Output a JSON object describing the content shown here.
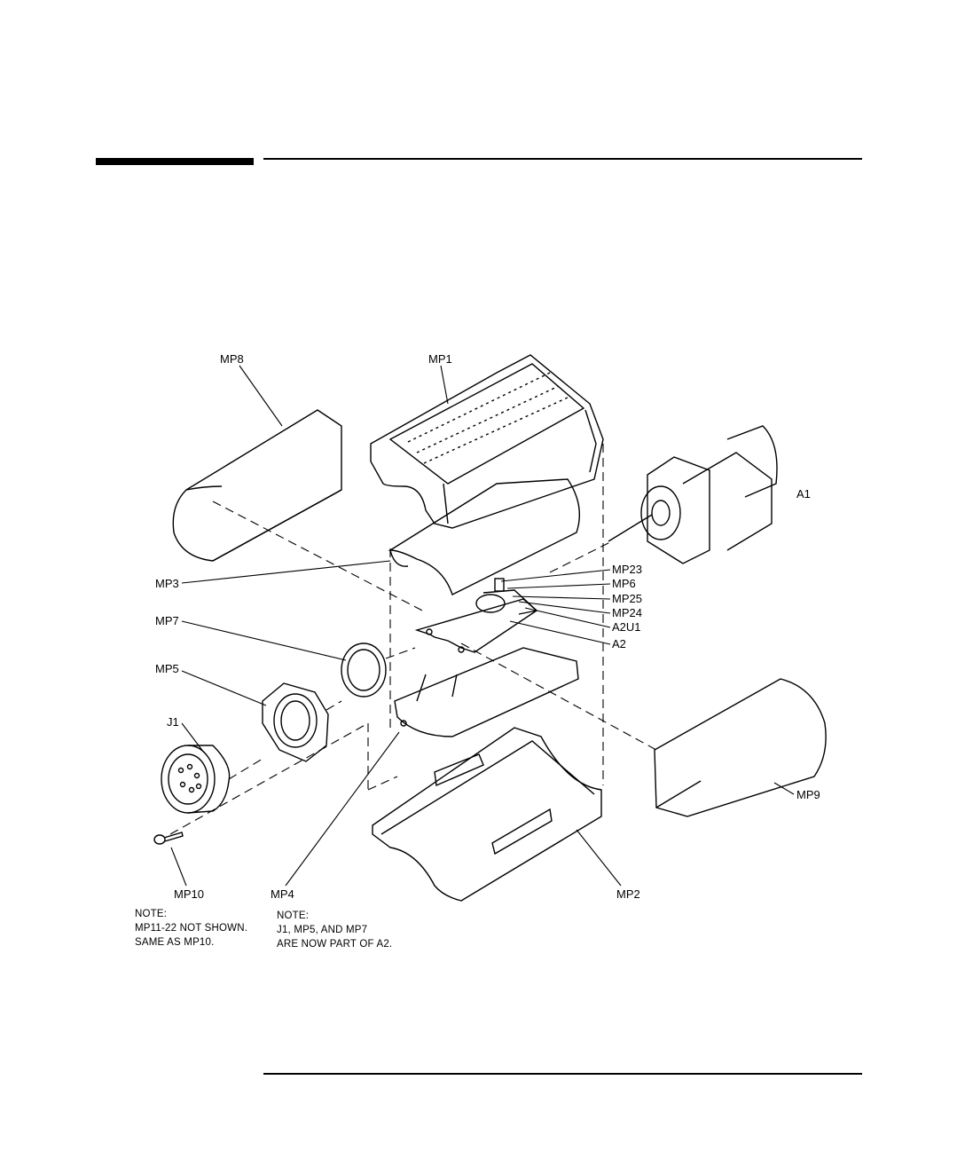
{
  "labels": {
    "mp8": "MP8",
    "mp1": "MP1",
    "a1": "A1",
    "mp3": "MP3",
    "mp23": "MP23",
    "mp6": "MP6",
    "mp25": "MP25",
    "mp24": "MP24",
    "a2u1": "A2U1",
    "a2": "A2",
    "mp7": "MP7",
    "mp5": "MP5",
    "j1": "J1",
    "mp9": "MP9",
    "mp10": "MP10",
    "mp4": "MP4",
    "mp2": "MP2"
  },
  "note_left": {
    "title": "NOTE:",
    "line1": "MP11-22 NOT SHOWN.",
    "line2": "SAME AS MP10."
  },
  "note_right": {
    "title": "NOTE:",
    "line1": "J1, MP5, AND MP7",
    "line2": "ARE NOW PART OF A2."
  }
}
